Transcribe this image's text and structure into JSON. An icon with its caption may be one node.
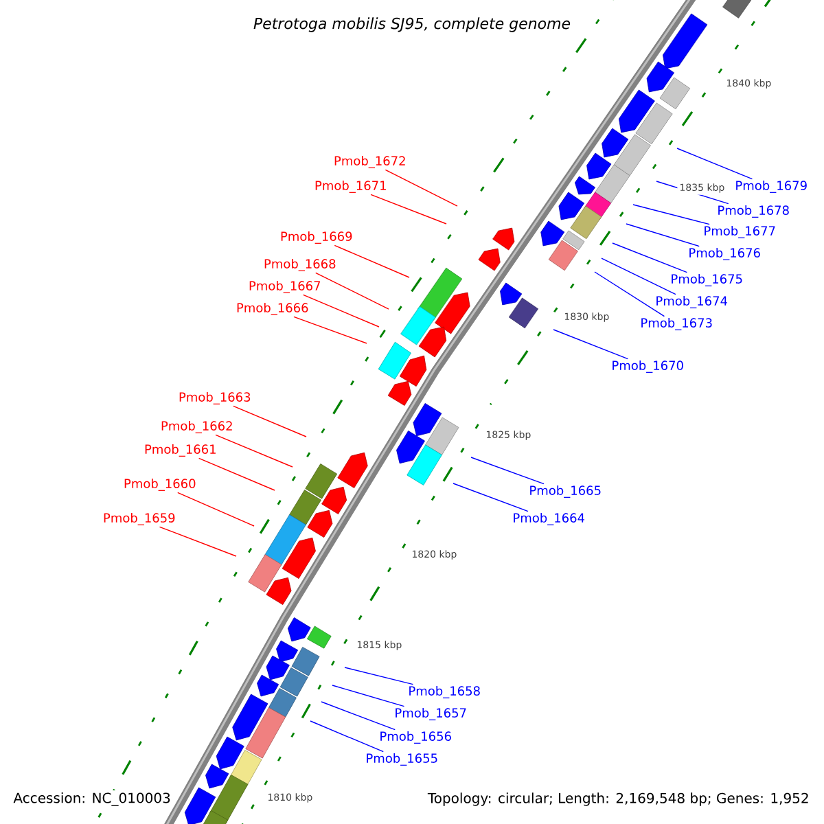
{
  "diagram": {
    "title": "Petrotoga mobilis SJ95, complete genome",
    "nodes": [
      {
        "text": [
          "Pmob_1672"
        ]
      },
      {
        "text": [
          "Pmob_1671"
        ]
      },
      {
        "text": [
          "Pmob_1679"
        ]
      },
      {
        "text": [
          "Pmob_1678"
        ]
      },
      {
        "text": [
          "Pmob_1677"
        ]
      },
      {
        "text": [
          "Pmob_1676"
        ]
      },
      {
        "text": [
          "Pmob_1675"
        ]
      },
      {
        "text": [
          "Pmob_1669"
        ]
      },
      {
        "text": [
          "Pmob_1674"
        ]
      },
      {
        "text": [
          "Pmob_1673"
        ]
      },
      {
        "text": [
          "Pmob_1668"
        ]
      },
      {
        "text": [
          "Pmob_1667"
        ]
      },
      {
        "text": [
          "Pmob_1666"
        ]
      },
      {
        "text": [
          "Pmob_1670"
        ]
      },
      {
        "text": [
          "Pmob_1663"
        ]
      },
      {
        "text": [
          "Pmob_1662"
        ]
      },
      {
        "text": [
          "Pmob_1661"
        ]
      },
      {
        "text": [
          "Pmob_1665"
        ]
      },
      {
        "text": [
          "Pmob_1660"
        ]
      },
      {
        "text": [
          "Pmob_1664"
        ]
      },
      {
        "text": [
          "Pmob_1659"
        ]
      },
      {
        "text": [
          "Pmob_1658"
        ]
      },
      {
        "text": [
          "Pmob_1657"
        ]
      },
      {
        "text": [
          "Pmob_1656"
        ]
      },
      {
        "text": [
          "Pmob_1655"
        ]
      }
    ],
    "edges": [
      {
        "from": 0,
        "to": null,
        "arrow": "none",
        "color": "#ff0000"
      },
      {
        "from": 1,
        "to": null,
        "arrow": "none",
        "color": "#ff0000"
      },
      {
        "from": 2,
        "to": null,
        "arrow": "none"
      },
      {
        "from": 3,
        "to": null,
        "arrow": "none"
      },
      {
        "from": 4,
        "to": null,
        "arrow": "none"
      },
      {
        "from": 5,
        "to": null,
        "arrow": "none"
      },
      {
        "from": 6,
        "to": null,
        "arrow": "none"
      },
      {
        "from": 7,
        "to": null,
        "arrow": "none",
        "color": "#ff0000"
      },
      {
        "from": 8,
        "to": null,
        "arrow": "none"
      },
      {
        "from": 9,
        "to": null,
        "arrow": "none"
      },
      {
        "from": 10,
        "to": null,
        "arrow": "none",
        "color": "#ff0000"
      },
      {
        "from": 11,
        "to": null,
        "arrow": "none",
        "color": "#ff0000"
      },
      {
        "from": 12,
        "to": null,
        "arrow": "none",
        "color": "#ff0000"
      },
      {
        "from": 13,
        "to": null,
        "arrow": "none"
      },
      {
        "from": 14,
        "to": null,
        "arrow": "none",
        "color": "#ff0000"
      },
      {
        "from": 15,
        "to": null,
        "arrow": "none",
        "color": "#ff0000"
      },
      {
        "from": 16,
        "to": null,
        "arrow": "none",
        "color": "#ff0000"
      },
      {
        "from": 17,
        "to": null,
        "arrow": "none"
      },
      {
        "from": 18,
        "to": null,
        "arrow": "none",
        "color": "#ff0000"
      },
      {
        "from": 19,
        "to": null,
        "arrow": "none"
      },
      {
        "from": 20,
        "to": null,
        "arrow": "none",
        "color": "#ff0000"
      },
      {
        "from": 21,
        "to": null,
        "arrow": "none"
      },
      {
        "from": 22,
        "to": null,
        "arrow": "none"
      },
      {
        "from": 23,
        "to": null,
        "arrow": "none"
      },
      {
        "from": 24,
        "to": null,
        "arrow": "none"
      }
    ],
    "labels": [
      "1840 kbp",
      "1835 kbp",
      "1830 kbp",
      "1825 kbp",
      "1820 kbp",
      "1815 kbp",
      "1810 kbp",
      "Accession: NC_010003",
      "Topology: circular; Length: 2,169,548 bp; Genes: 1,952"
    ]
  }
}
